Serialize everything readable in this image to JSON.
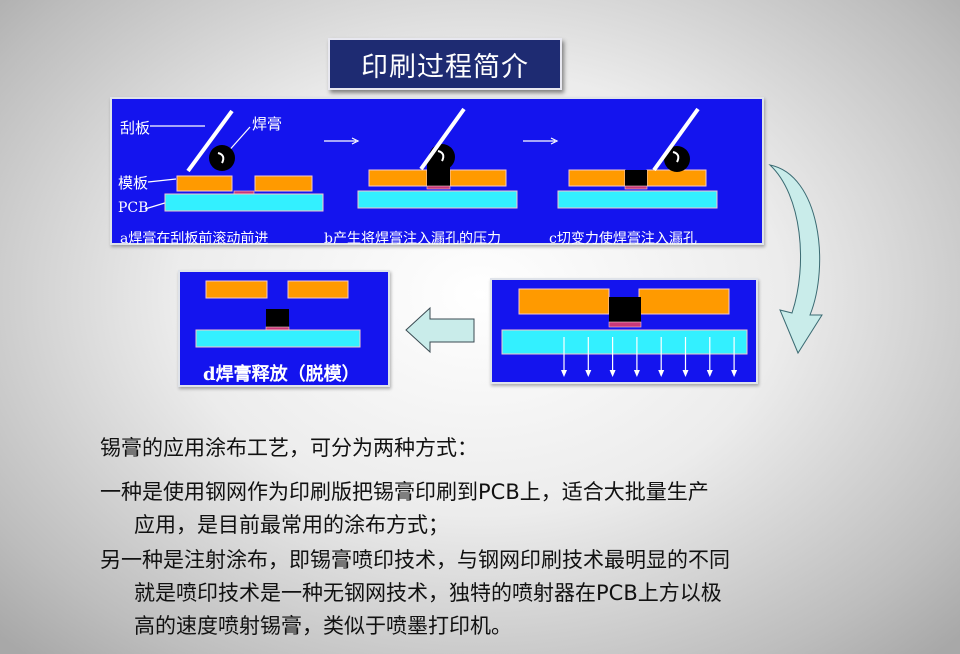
{
  "title": "印刷过程简介",
  "panel_top": {
    "labels": {
      "squeegee": "刮板",
      "paste": "焊膏",
      "stencil": "模板",
      "pcb": "PCB"
    },
    "captions": [
      "a焊膏在刮板前滚动前进",
      "b产生将焊膏注入漏孔的压力",
      "c切变力使焊膏注入漏孔"
    ]
  },
  "panel_d": {
    "caption": "d焊膏释放（脱模）"
  },
  "colors": {
    "panel": "#1414ee",
    "stencil": "#ff9a00",
    "pcb": "#33f0ff",
    "paste": "#000000",
    "title_bg": "#1e2b72"
  },
  "text": {
    "intro": "锡膏的应用涂布工艺，可分为两种方式：",
    "item1_line1": "一种是使用钢网作为印刷版把锡膏印刷到PCB上，适合大批量生产",
    "item1_line2": "应用，是目前最常用的涂布方式；",
    "item2_line1": "另一种是注射涂布，即锡膏喷印技术，与钢网印刷技术最明显的不同",
    "item2_line2": "就是喷印技术是一种无钢网技术，独特的喷射器在PCB上方以极",
    "item2_line3": "高的速度喷射锡膏，类似于喷墨打印机。"
  }
}
